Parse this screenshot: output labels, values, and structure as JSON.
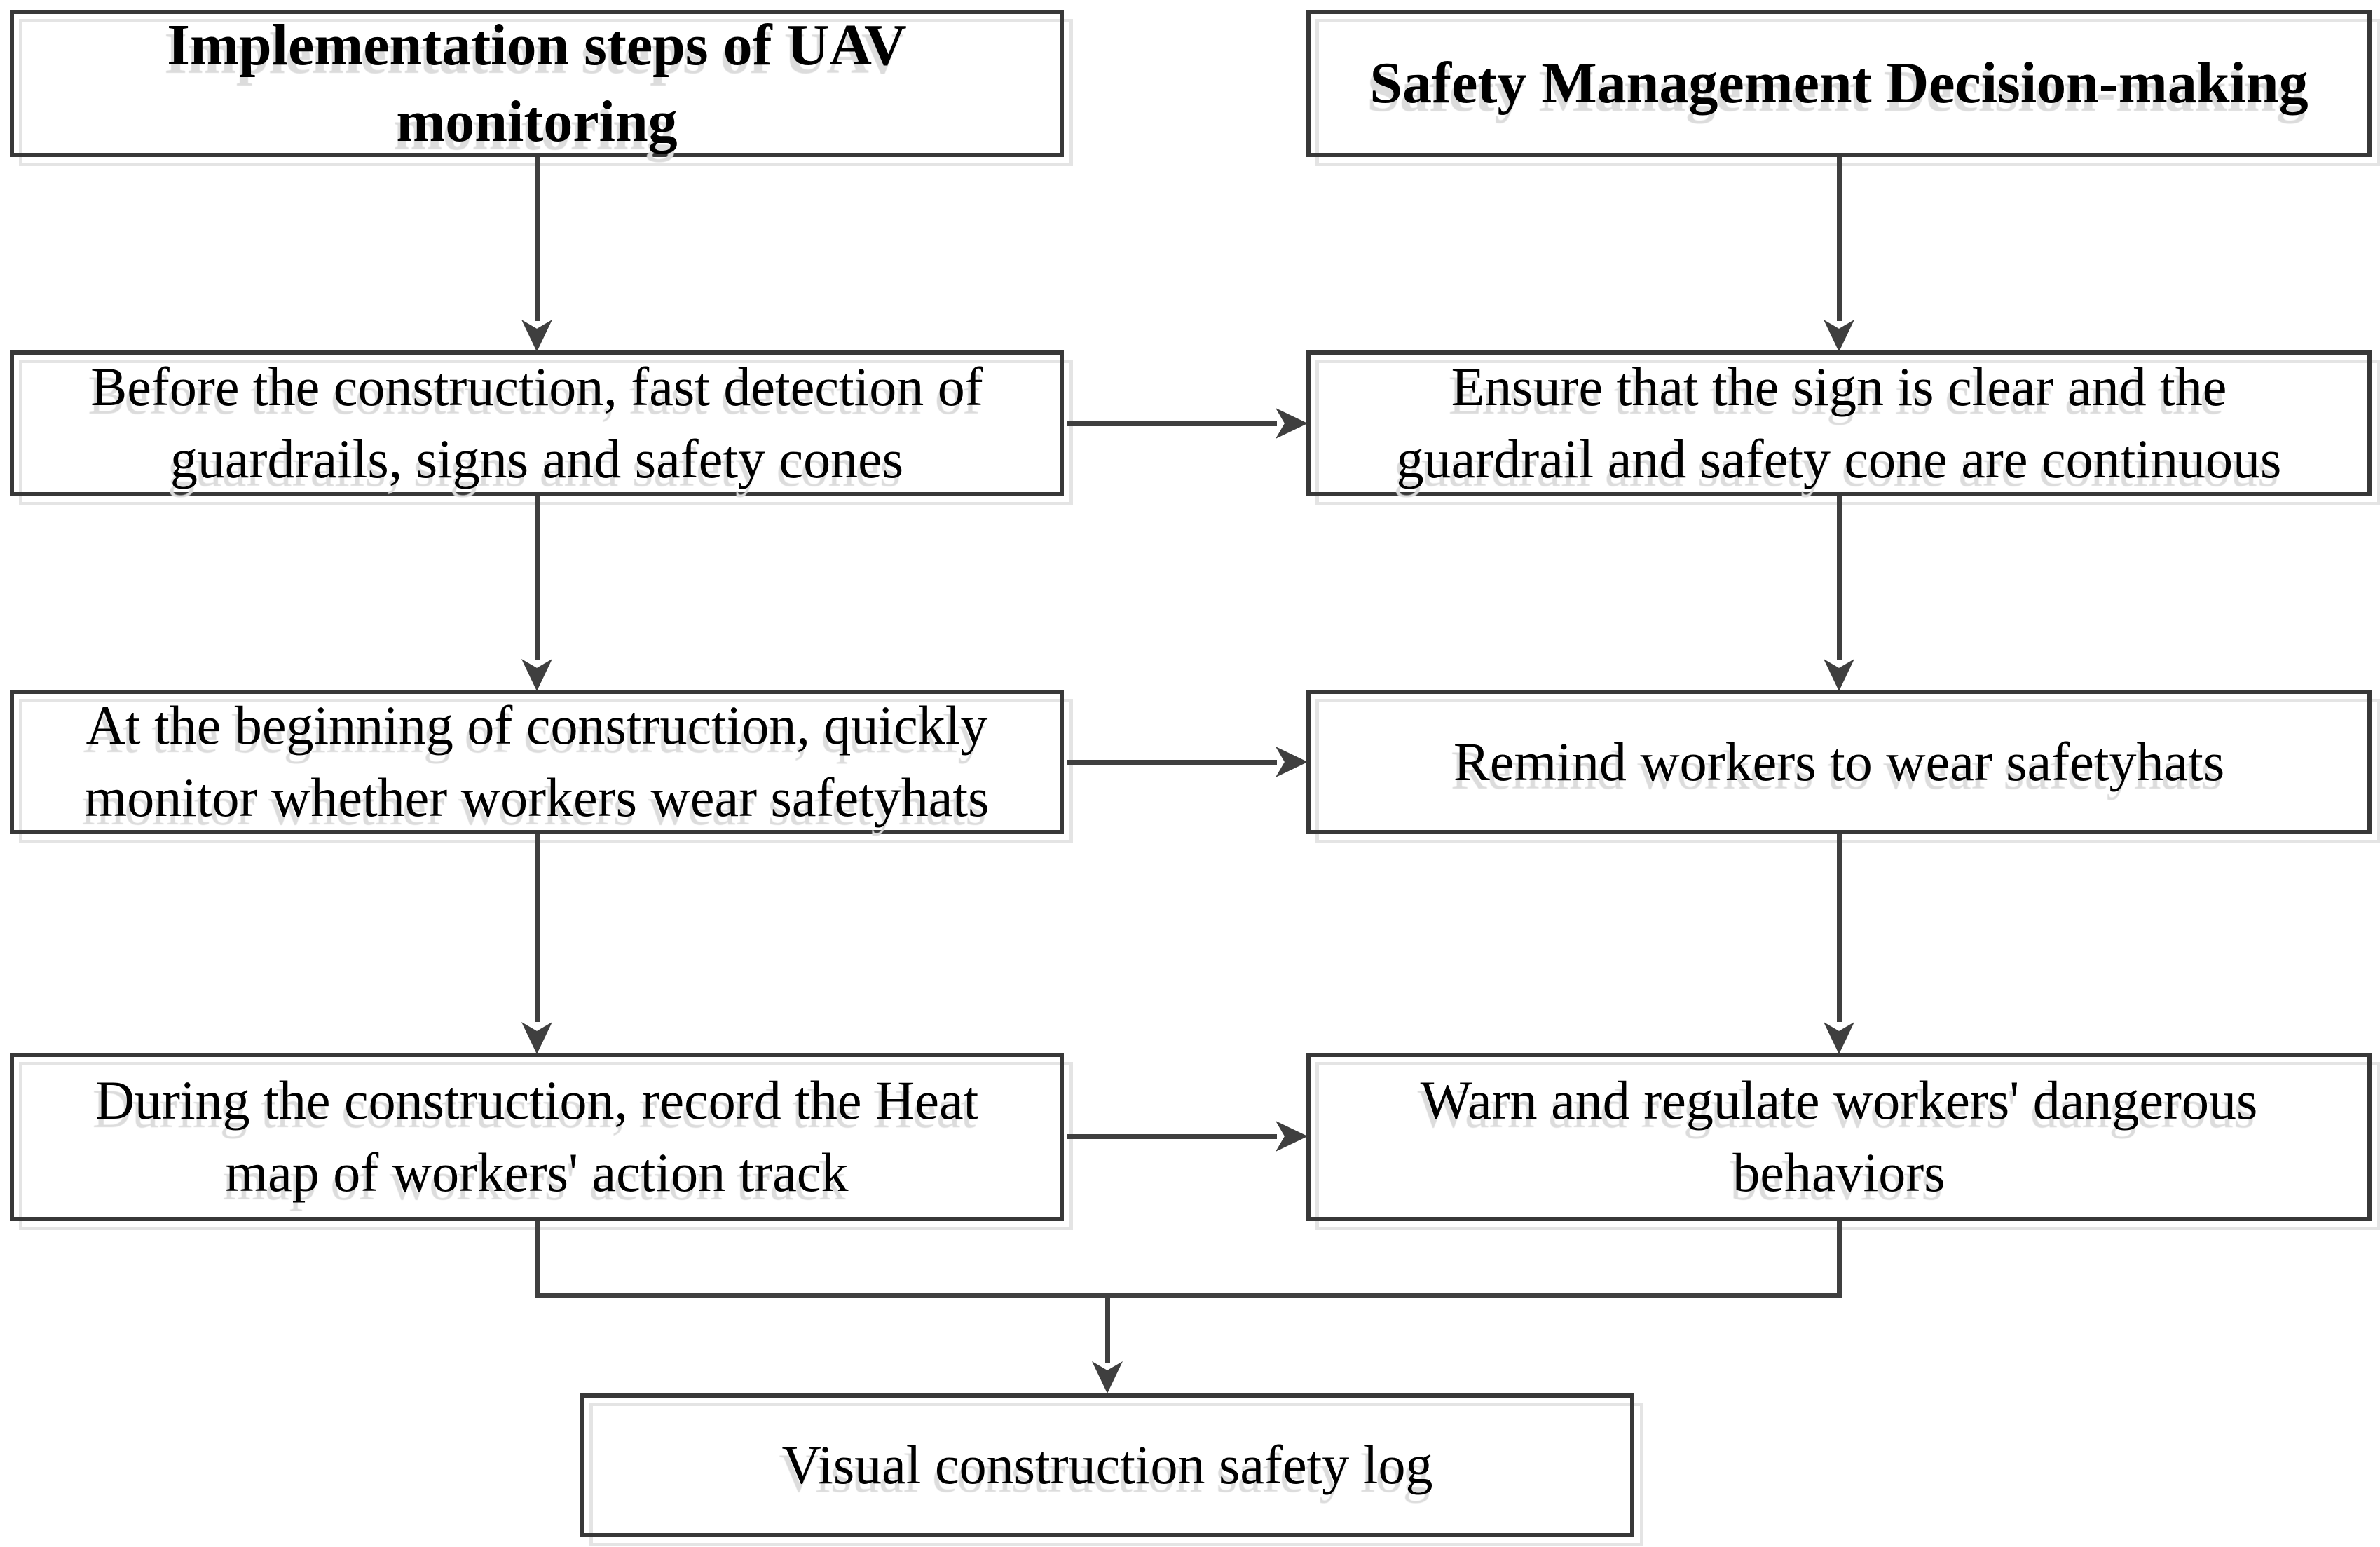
{
  "diagram": {
    "left_column": {
      "header": "Implementation steps of UAV\nmonitoring",
      "steps": [
        "Before the construction, fast detection of\nguardrails, signs and safety cones",
        "At the beginning of construction, quickly\nmonitor whether workers wear safetyhats",
        "During the construction, record the Heat\nmap of workers' action track"
      ]
    },
    "right_column": {
      "header": "Safety Management Decision-making",
      "steps": [
        "Ensure that the sign is clear and the\nguardrail and safety cone are continuous",
        "Remind workers to wear safetyhats",
        "Warn and regulate workers' dangerous\nbehaviors"
      ]
    },
    "output_box": "Visual construction safety log",
    "colors": {
      "connector_line": "#3f3f3f",
      "box_border": "#383838",
      "text": "#000000",
      "text_shadow": "#dcdcdc",
      "box_shadow_outline": "#e4e4e4",
      "background": "#ffffff"
    }
  }
}
